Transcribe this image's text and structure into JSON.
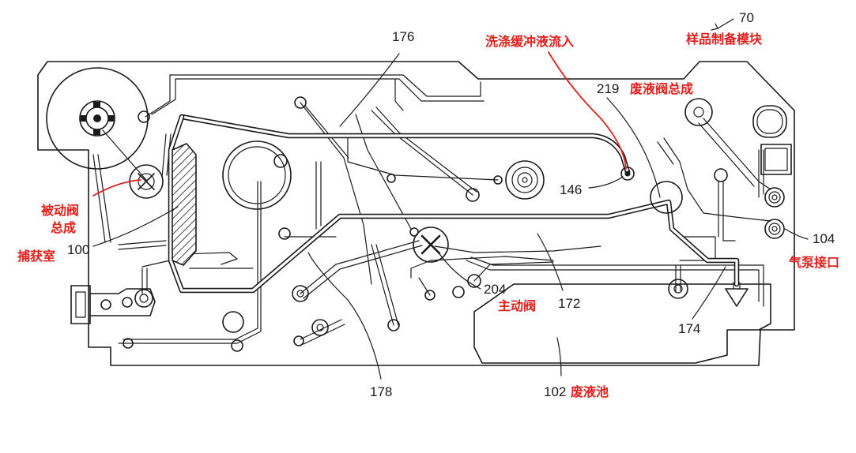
{
  "labels": {
    "ref_70": "70",
    "module_name": "样品制备模块",
    "ref_176": "176",
    "wash_buffer_inlet": "洗涤缓冲液流入",
    "ref_219": "219",
    "waste_valve_assembly": "废液阀总成",
    "ref_146": "146",
    "passive_valve_line1": "被动阀",
    "passive_valve_line2": "总成",
    "capture_chamber": "捕获室",
    "ref_100": "100",
    "ref_104": "104",
    "pump_port": "气泵接口",
    "ref_204": "204",
    "active_valve": "主动阀",
    "ref_172": "172",
    "ref_174": "174",
    "ref_178": "178",
    "ref_102": "102",
    "waste_pool": "废液池"
  },
  "colors": {
    "line": "#1a1a1a",
    "annotation_red": "#e0201c",
    "background": "#ffffff"
  }
}
